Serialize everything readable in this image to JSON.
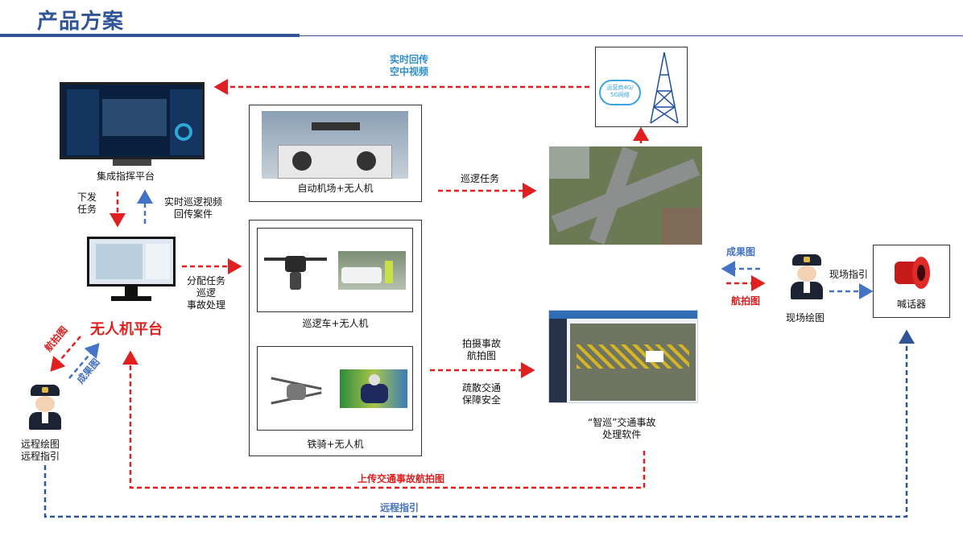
{
  "header": {
    "title": "产品方案"
  },
  "nodes": {
    "command_platform": "集成指挥平台",
    "uav_platform": "无人机平台",
    "airport": "自动机场+无人机",
    "patrol_car": "巡逻车+无人机",
    "iron_rider": "铁骑+无人机",
    "software": "“智巡”交通事故\n处理软件",
    "remote_user": "远程绘图\n远程指引",
    "field_user": "现场绘图",
    "speaker": "喊话器",
    "cloud_text": "运营商4G/\n5G网络"
  },
  "labels": {
    "realtime_aerial": "实时回传\n空中视频",
    "dispatch_task": "下发\n任务",
    "realtime_patrol": "实时巡逻视频\n回传案件",
    "assign_tasks": "分配任务\n巡逻\n事故处理",
    "patrol_task": "巡逻任务",
    "shoot_accident": "拍摄事故\n航拍图",
    "clear_traffic": "疏散交通\n保障安全",
    "result_map_right": "成果图",
    "aerial_map_right": "航拍图",
    "field_guide": "现场指引",
    "aerial_map_left": "航拍图",
    "result_map_left": "成果图",
    "upload_aerial": "上传交通事故航拍图",
    "remote_guide": "远程指引"
  },
  "colors": {
    "red": "#e02020",
    "blue": "#4472c4",
    "navy": "#2f5597"
  }
}
